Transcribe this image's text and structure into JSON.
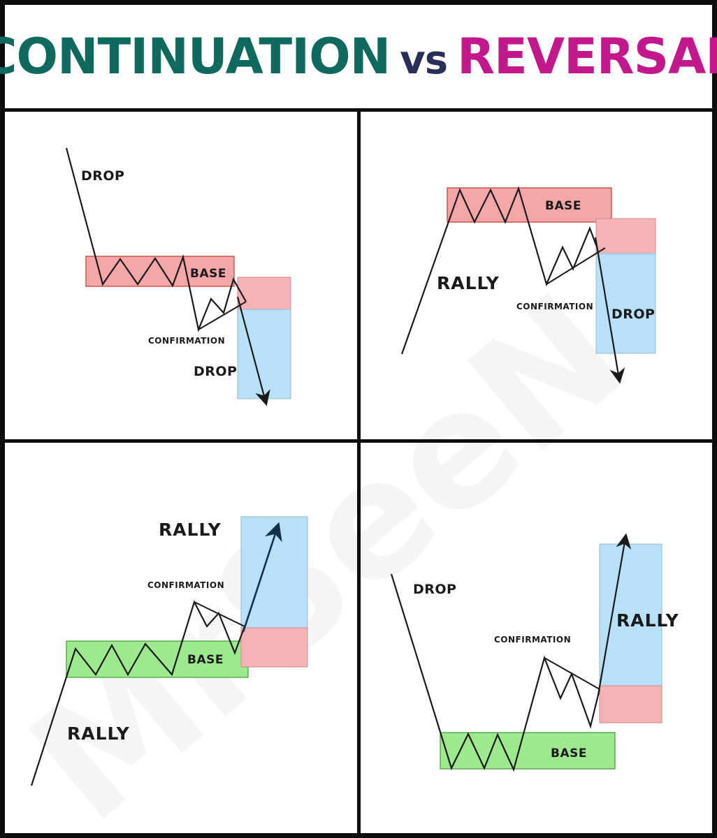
{
  "title": {
    "word1": "CONTINUATION",
    "word2": "vs",
    "word3": "REVERSAL"
  },
  "watermark": "MrSeeN",
  "colors": {
    "title_teal": "#0f6a5d",
    "title_navy": "#2a2f5a",
    "title_magenta": "#c2188b",
    "supply_zone": "#f4a6a9",
    "demand_zone": "#9ee890",
    "target_zone": "#b8e0f8"
  },
  "panels": {
    "top_left": {
      "impulse": "DROP",
      "base": "BASE",
      "confirmation": "CONFIRMATION",
      "move": "DROP"
    },
    "top_right": {
      "impulse": "RALLY",
      "base": "BASE",
      "confirmation": "CONFIRMATION",
      "move": "DROP"
    },
    "bottom_left": {
      "impulse": "RALLY",
      "base": "BASE",
      "confirmation": "CONFIRMATION",
      "move": "RALLY"
    },
    "bottom_right": {
      "impulse": "DROP",
      "base": "BASE",
      "confirmation": "CONFIRMATION",
      "move": "RALLY"
    }
  }
}
